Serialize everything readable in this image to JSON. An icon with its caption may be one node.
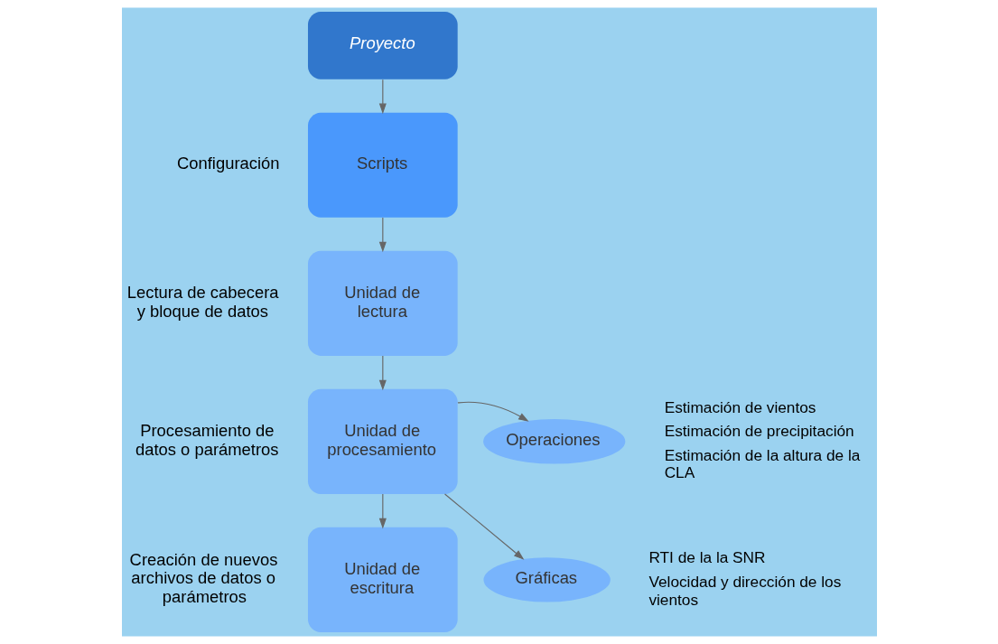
{
  "diagram": {
    "nodes": [
      {
        "text": [
          "Proyecto"
        ]
      },
      {
        "text": [
          "Scripts"
        ],
        "beside": [
          "Configuración"
        ]
      },
      {
        "text": [
          "Unidad de lectura"
        ],
        "beside": [
          "Lectura de cabecera y bloque de datos"
        ]
      },
      {
        "text": [
          "Unidad de procesamiento"
        ],
        "beside": [
          "Procesamiento de datos o parámetros"
        ]
      },
      {
        "text": [
          "Operaciones"
        ],
        "beside": [
          "Estimación de vientos",
          "Estimación de precipitación",
          "Estimación de la altura de la CLA"
        ]
      },
      {
        "text": [
          "Gráficas"
        ],
        "beside": [
          "RTI de la la SNR",
          "Velocidad y dirección de los vientos"
        ]
      },
      {
        "text": [
          "Unidad de escritura"
        ],
        "beside": [
          "Creación de nuevos archivos de datos o parámetros"
        ]
      }
    ],
    "edges": [
      {
        "from": 0,
        "to": 1,
        "arrow": "to"
      },
      {
        "from": 1,
        "to": 2,
        "arrow": "to"
      },
      {
        "from": 2,
        "to": 3,
        "arrow": "to"
      },
      {
        "from": 3,
        "to": 4,
        "arrow": "to"
      },
      {
        "from": 3,
        "to": 5,
        "arrow": "to"
      },
      {
        "from": 3,
        "to": 6,
        "arrow": "to"
      }
    ]
  }
}
